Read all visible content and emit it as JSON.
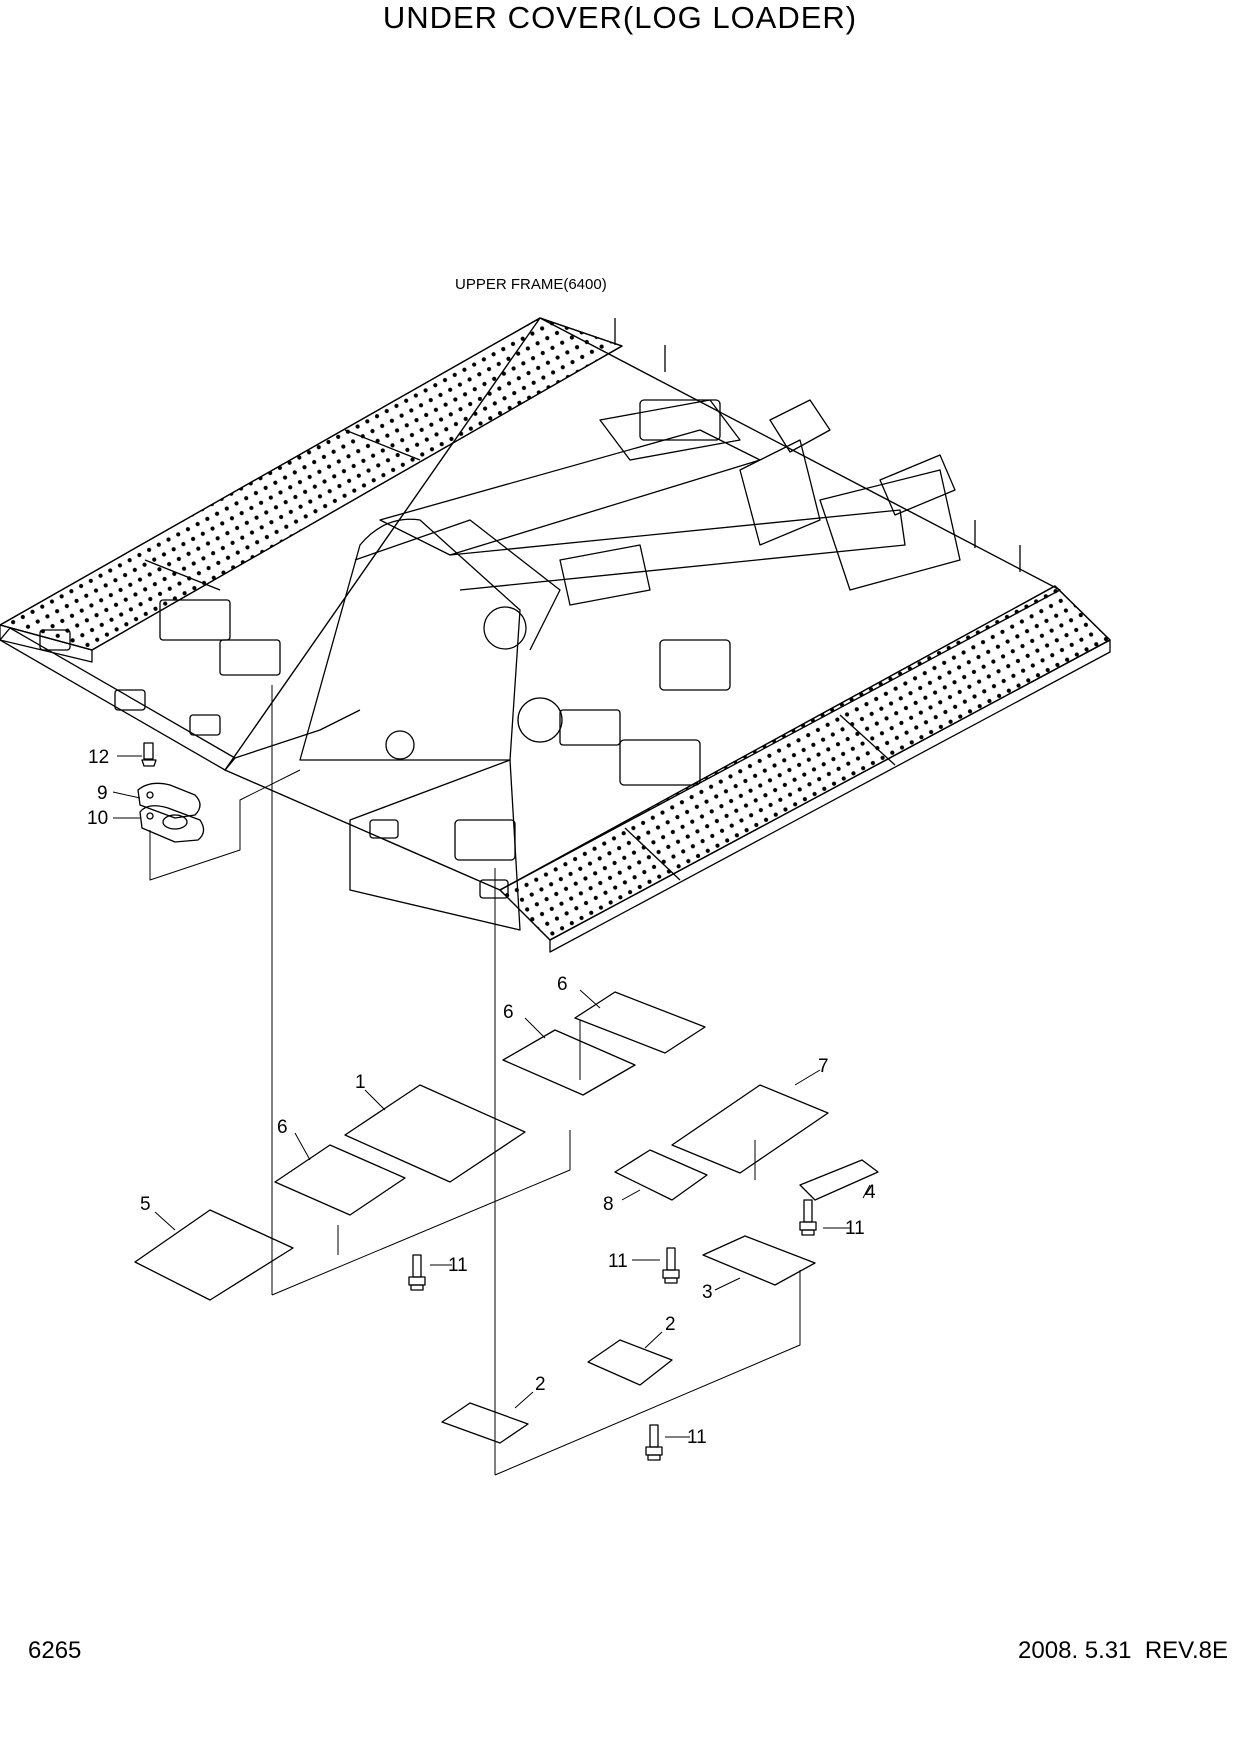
{
  "diagram": {
    "title": "UNDER COVER(LOG LOADER)",
    "frame_label": "UPPER FRAME(6400)",
    "page_number": "6265",
    "revision": "2008. 5.31  REV.8E",
    "callouts": [
      "12",
      "9",
      "10",
      "6",
      "6",
      "6",
      "1",
      "7",
      "5",
      "8",
      "4",
      "11",
      "11",
      "11",
      "11",
      "3",
      "2",
      "2"
    ]
  }
}
